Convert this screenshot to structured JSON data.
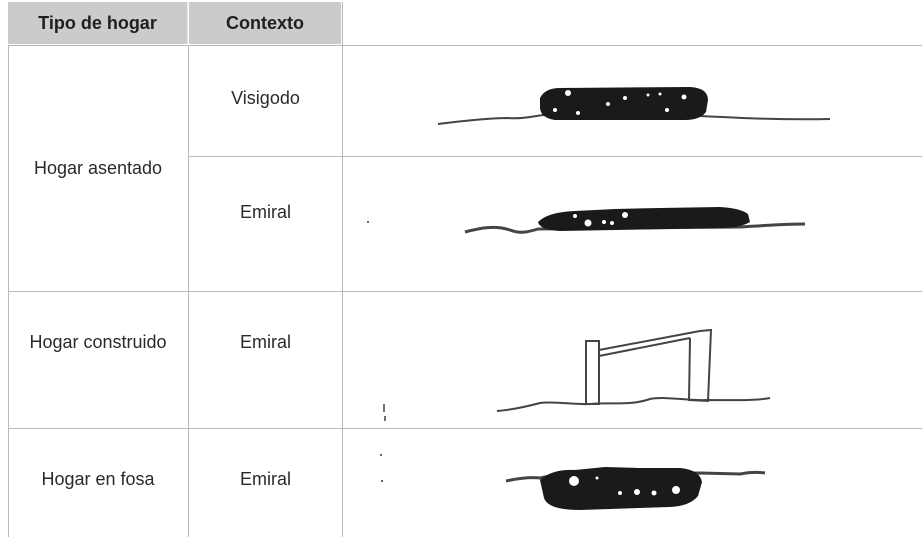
{
  "table": {
    "headers": {
      "type": "Tipo de hogar",
      "context": "Contexto"
    },
    "rows": [
      {
        "type": "Hogar asentado",
        "contexts": [
          "Visigodo",
          "Emiral"
        ]
      },
      {
        "type": "Hogar construido",
        "contexts": [
          "Emiral"
        ]
      },
      {
        "type": "Hogar en fosa",
        "contexts": [
          "Emiral"
        ]
      }
    ]
  }
}
